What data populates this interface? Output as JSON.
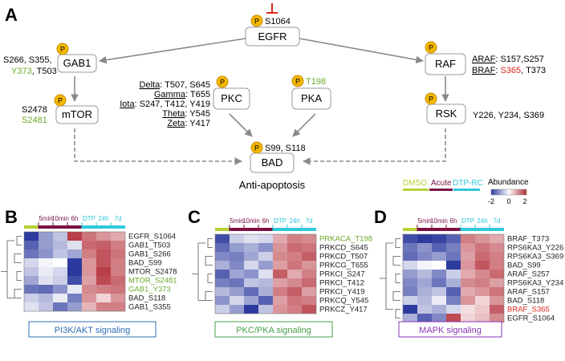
{
  "colors": {
    "phospho": "#f5b800",
    "green": "#6aaa2a",
    "red": "#e0261f",
    "dmso": "#b6d235",
    "acute": "#7a1145",
    "dtprc": "#2fc8dc",
    "cell_blue": "#3848a8",
    "cell_red": "#b22a34",
    "pi3k_label": "#2f6db5",
    "pkc_label": "#4aa04a",
    "mapk_label": "#8a35b8"
  },
  "panel_a": {
    "letter": "A",
    "phospho_mark": "P",
    "egfr": {
      "label": "EGFR",
      "site": "S1064"
    },
    "gab1": {
      "label": "GAB1",
      "sites_line1": "S266, S355,",
      "sites_line2_green": "Y373",
      "sites_line2_rest": ", T503"
    },
    "mtor": {
      "label": "mTOR",
      "site1": "S2478",
      "site2_green": "S2481"
    },
    "pkc": {
      "label": "PKC",
      "isoforms": [
        {
          "name": "Delta",
          "sites": ": T507, S645"
        },
        {
          "name": "Gamma",
          "sites": ": T655"
        },
        {
          "name": "Iota",
          "sites": ": S247, T412, Y419"
        },
        {
          "name": "Theta",
          "sites": ": Y545"
        },
        {
          "name": "Zeta",
          "sites": ": Y417"
        }
      ]
    },
    "pka": {
      "label": "PKA",
      "site_green": "T198"
    },
    "raf": {
      "label": "RAF",
      "araf_name": "ARAF",
      "araf_sites": ": S157,S257",
      "braf_name": "BRAF",
      "braf_sep": ": ",
      "braf_red": "S365",
      "braf_rest": ", T373"
    },
    "rsk": {
      "label": "RSK",
      "sites": "Y226, Y234, S369"
    },
    "bad": {
      "label": "BAD",
      "sites": "S99, S118"
    },
    "outcome": "Anti-apoptosis"
  },
  "legend": {
    "conditions": [
      "DMSO",
      "Acute",
      "DTP-RC"
    ],
    "abundance_title": "Abundance",
    "ticks": [
      "-2",
      "0",
      "2"
    ]
  },
  "heatmap_header": {
    "acute_times": [
      "5min",
      "10min",
      "6h"
    ],
    "dtp_times": [
      "DTP",
      "24h",
      "7d"
    ]
  },
  "panel_b": {
    "letter": "B",
    "rows": [
      {
        "label": "EGFR_S1064",
        "green": false,
        "red": false,
        "values": [
          -2.0,
          -1.0,
          -0.6,
          1.8,
          1.3,
          1.0,
          0.8
        ]
      },
      {
        "label": "GAB1_T503",
        "green": false,
        "red": false,
        "values": [
          -1.6,
          -1.0,
          -0.7,
          -0.3,
          1.4,
          1.5,
          1.2
        ]
      },
      {
        "label": "GAB1_S266",
        "green": false,
        "red": false,
        "values": [
          -1.4,
          -1.1,
          -0.6,
          -0.9,
          1.2,
          1.6,
          1.3
        ]
      },
      {
        "label": "BAD_S99",
        "green": false,
        "red": false,
        "values": [
          -0.4,
          -0.1,
          0.0,
          -2.0,
          1.0,
          1.6,
          1.2
        ]
      },
      {
        "label": "MTOR_S2478",
        "green": false,
        "red": false,
        "values": [
          -0.6,
          -0.2,
          -0.4,
          -2.1,
          1.0,
          1.8,
          1.2
        ]
      },
      {
        "label": "MTOR_S2481",
        "green": true,
        "red": false,
        "values": [
          -0.9,
          -0.3,
          -0.5,
          -1.8,
          0.9,
          1.7,
          1.4
        ]
      },
      {
        "label": "GAB1_Y373",
        "green": true,
        "red": false,
        "values": [
          -1.4,
          -1.5,
          -1.1,
          -0.2,
          1.1,
          1.2,
          1.3
        ]
      },
      {
        "label": "BAD_S118",
        "green": false,
        "red": false,
        "values": [
          -0.5,
          -0.7,
          -0.2,
          -1.3,
          1.0,
          0.4,
          1.0
        ]
      },
      {
        "label": "GAB1_S355",
        "green": false,
        "red": false,
        "values": [
          -0.3,
          -0.6,
          -1.4,
          -1.0,
          0.7,
          1.2,
          1.2
        ]
      }
    ],
    "pathway": "PI3K/AKT signaling"
  },
  "panel_c": {
    "letter": "C",
    "rows": [
      {
        "label": "PRKACA_T198",
        "green": true,
        "red": false,
        "values": [
          -1.8,
          -0.5,
          -0.3,
          -0.4,
          0.8,
          1.2,
          1.1
        ]
      },
      {
        "label": "PRKCD_S645",
        "green": false,
        "red": false,
        "values": [
          -1.5,
          -1.0,
          -0.8,
          -1.1,
          1.0,
          1.4,
          1.3
        ]
      },
      {
        "label": "PRKCD_T507",
        "green": false,
        "red": false,
        "values": [
          -1.2,
          -1.3,
          -0.9,
          -0.5,
          1.1,
          1.2,
          1.5
        ]
      },
      {
        "label": "PRKCG_T655",
        "green": false,
        "red": false,
        "values": [
          -0.8,
          -1.2,
          -0.4,
          -1.0,
          0.9,
          1.3,
          1.0
        ]
      },
      {
        "label": "PRKCI_S247",
        "green": false,
        "red": false,
        "values": [
          -1.6,
          -0.9,
          -1.1,
          -0.3,
          1.5,
          0.8,
          1.2
        ]
      },
      {
        "label": "PRKCI_T412",
        "green": false,
        "red": false,
        "values": [
          -1.3,
          -1.4,
          -0.6,
          -0.7,
          0.9,
          1.1,
          1.4
        ]
      },
      {
        "label": "PRKCI_Y419",
        "green": false,
        "red": false,
        "values": [
          -0.7,
          -1.0,
          -1.5,
          -0.8,
          1.2,
          1.5,
          0.9
        ]
      },
      {
        "label": "PRKCQ_Y545",
        "green": false,
        "red": false,
        "values": [
          -1.1,
          -0.4,
          -0.9,
          -1.6,
          0.9,
          1.3,
          1.2
        ]
      },
      {
        "label": "PRKCZ_Y417",
        "green": false,
        "red": false,
        "values": [
          -0.5,
          -1.0,
          -2.0,
          -0.6,
          1.0,
          1.2,
          1.6
        ]
      }
    ],
    "pathway": "PKC/PKA signaling"
  },
  "panel_d": {
    "letter": "D",
    "rows": [
      {
        "label": "BRAF_T373",
        "green": false,
        "red": false,
        "values": [
          -1.8,
          -2.0,
          -1.9,
          -1.6,
          1.2,
          1.0,
          0.8
        ]
      },
      {
        "label": "RPS6KA3_Y226",
        "green": false,
        "red": false,
        "values": [
          -1.4,
          -1.1,
          -1.6,
          -1.3,
          1.0,
          1.3,
          1.1
        ]
      },
      {
        "label": "RPS6KA3_S369",
        "green": false,
        "red": false,
        "values": [
          -1.5,
          -1.2,
          -1.0,
          -1.4,
          0.9,
          1.4,
          1.2
        ]
      },
      {
        "label": "BAD_S99",
        "green": false,
        "red": false,
        "values": [
          -0.4,
          -0.1,
          0.0,
          -2.0,
          1.0,
          1.6,
          1.2
        ]
      },
      {
        "label": "ARAF_S257",
        "green": false,
        "red": false,
        "values": [
          -1.0,
          -0.7,
          -1.2,
          -0.5,
          0.8,
          1.1,
          1.4
        ]
      },
      {
        "label": "RPS6KA3_Y234",
        "green": false,
        "red": false,
        "values": [
          -1.2,
          -0.9,
          -1.4,
          -0.8,
          1.1,
          1.2,
          0.9
        ]
      },
      {
        "label": "ARAF_S157",
        "green": false,
        "red": false,
        "values": [
          -1.3,
          -0.8,
          -0.6,
          -1.6,
          0.8,
          1.0,
          1.3
        ]
      },
      {
        "label": "BAD_S118",
        "green": false,
        "red": false,
        "values": [
          -0.5,
          -0.7,
          -0.2,
          -1.3,
          1.0,
          0.4,
          1.0
        ]
      },
      {
        "label": "BRAF_S365",
        "green": false,
        "red": true,
        "values": [
          -2.0,
          -0.6,
          -0.8,
          -0.4,
          0.3,
          0.5,
          1.5
        ]
      },
      {
        "label": "EGFR_S1064",
        "green": false,
        "red": false,
        "values": [
          -0.8,
          -1.6,
          -1.2,
          1.7,
          0.4,
          0.6,
          1.1
        ]
      }
    ],
    "pathway": "MAPK signaling"
  }
}
